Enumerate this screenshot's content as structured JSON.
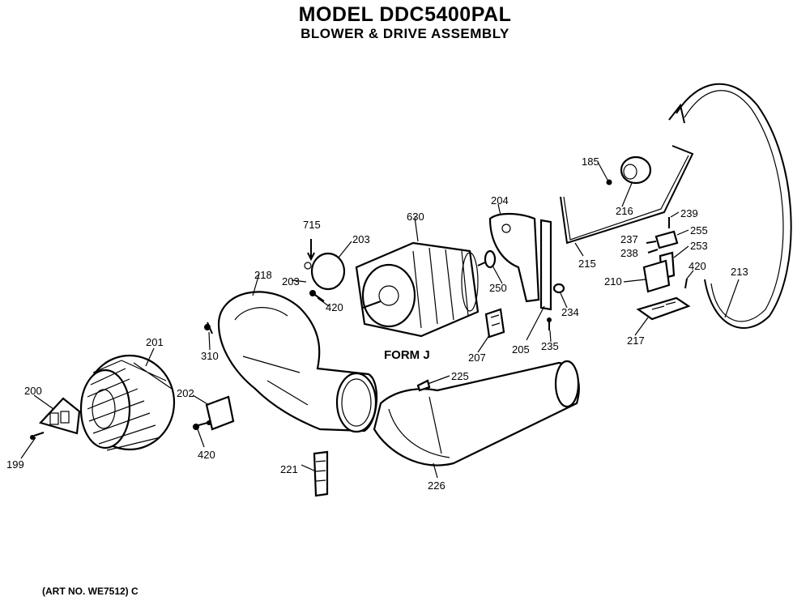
{
  "title": "MODEL DDC5400PAL",
  "subtitle": "BLOWER & DRIVE ASSEMBLY",
  "form_label": "FORM J",
  "art_number": "(ART NO. WE7512) C",
  "part_labels": {
    "p199": "199",
    "p200": "200",
    "p201": "201",
    "p202": "202",
    "p420a": "420",
    "p310": "310",
    "p218": "218",
    "p221": "221",
    "p226": "226",
    "p225": "225",
    "p715": "715",
    "p203a": "203",
    "p203b": "203",
    "p420b": "420",
    "p630": "630",
    "p250": "250",
    "p207": "207",
    "p204": "204",
    "p205": "205",
    "p234": "234",
    "p235": "235",
    "p185": "185",
    "p216": "216",
    "p215": "215",
    "p239": "239",
    "p255": "255",
    "p237": "237",
    "p238": "238",
    "p253": "253",
    "p420c": "420",
    "p210": "210",
    "p217": "217",
    "p213": "213"
  }
}
